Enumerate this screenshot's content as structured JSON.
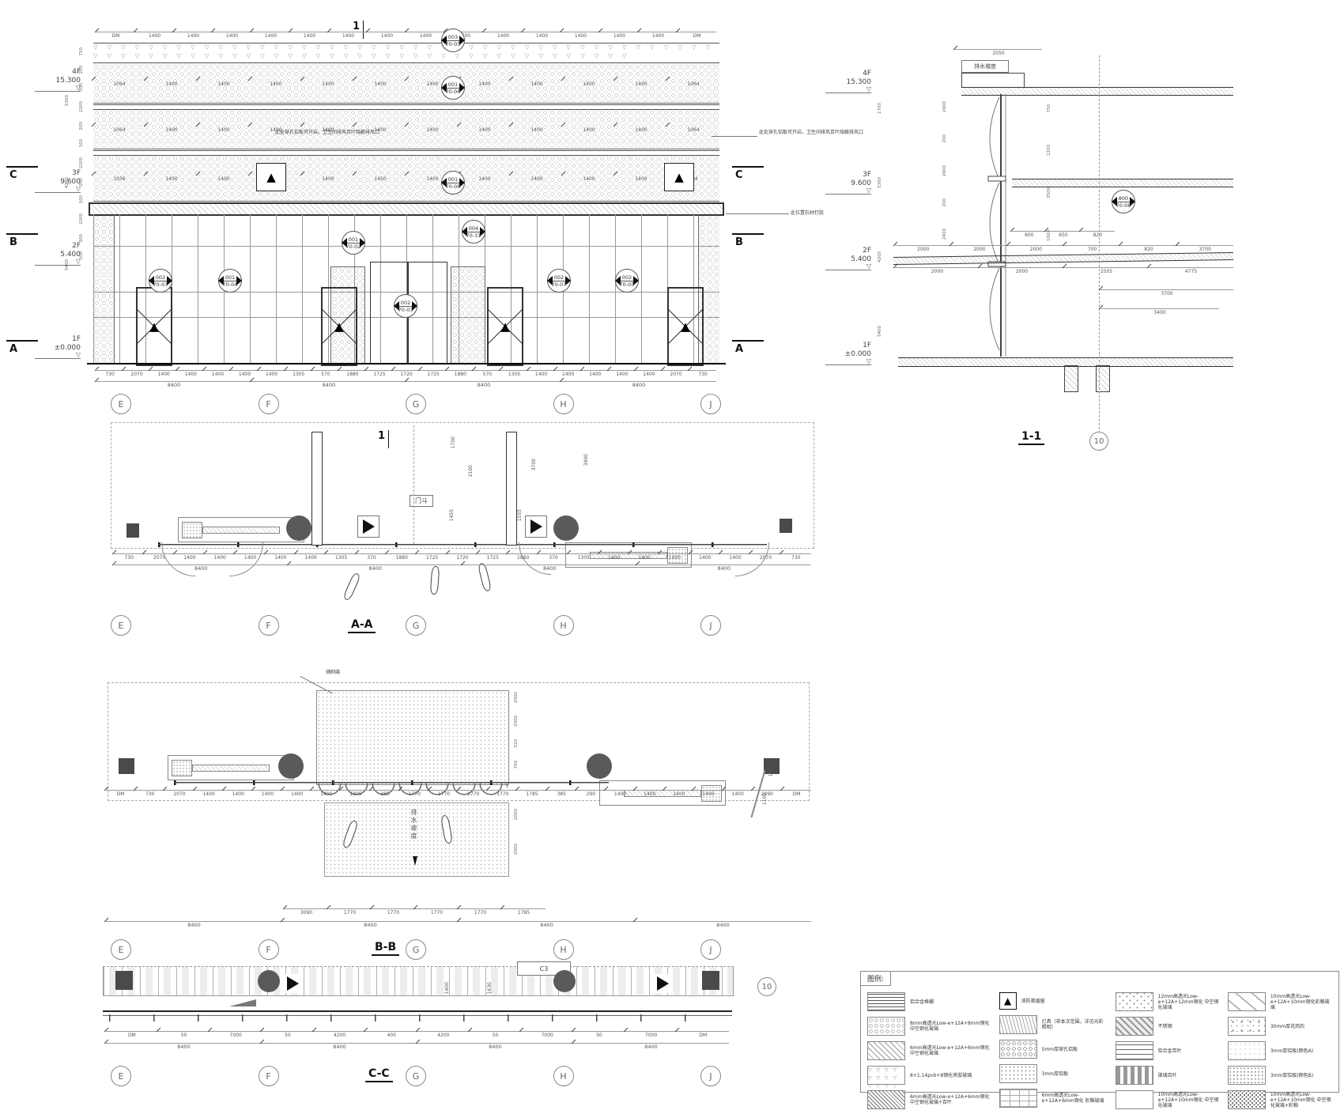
{
  "page": {
    "cut_mark_top": "1",
    "cut_mark_bottom": "1"
  },
  "levels": [
    {
      "name": "4F",
      "elev": "15.300"
    },
    {
      "name": "3F",
      "elev": "9.600"
    },
    {
      "name": "2F",
      "elev": "5.400"
    },
    {
      "name": "1F",
      "elev": "±0.000"
    }
  ],
  "section_marks": [
    "C",
    "B",
    "A"
  ],
  "grids": {
    "letters": [
      "E",
      "F",
      "G",
      "H",
      "J"
    ],
    "bubble_10": "10"
  },
  "elevation": {
    "top_dims": [
      "DM",
      "1400",
      "1400",
      "1400",
      "1400",
      "1400",
      "1400",
      "1400",
      "1400",
      "1400",
      "1400",
      "1400",
      "1400",
      "1400",
      "1400",
      "DM"
    ],
    "band1_dims": [
      "1064",
      "1400",
      "1400",
      "1400",
      "1400",
      "1400",
      "1400",
      "1400",
      "1400",
      "1400",
      "1400",
      "1064"
    ],
    "band2_dims": [
      "1064",
      "1400",
      "1400",
      "1400",
      "1400",
      "1400",
      "1400",
      "1400",
      "1400",
      "1400",
      "1400",
      "1064"
    ],
    "band3_dims": [
      "1036",
      "1400",
      "1400",
      "1400",
      "1400",
      "1450",
      "1400",
      "1400",
      "1400",
      "1400",
      "1400",
      "784"
    ],
    "bottom_dims": [
      "730",
      "2070",
      "1400",
      "1400",
      "1400",
      "1400",
      "1400",
      "1305",
      "570",
      "1880",
      "1725",
      "1720",
      "1725",
      "1880",
      "570",
      "1305",
      "1400",
      "1400",
      "1400",
      "1400",
      "1400",
      "2070",
      "730"
    ],
    "bay_dims": [
      "8400",
      "8400",
      "8400",
      "8400"
    ],
    "left_dims": [
      "750",
      "200",
      "100",
      "2200",
      "200",
      "100",
      "2200",
      "200",
      "100",
      "2200",
      "200",
      "100"
    ],
    "left_overall": [
      "5300",
      "4200",
      "5400"
    ],
    "callouts": [
      {
        "num": "003",
        "sheet": "70-05"
      },
      {
        "num": "001",
        "sheet": "70-06"
      },
      {
        "num": "001",
        "sheet": "70-08"
      },
      {
        "num": "004",
        "sheet": "70-31"
      },
      {
        "num": "001",
        "sheet": "70-02"
      },
      {
        "num": "002",
        "sheet": "70-07"
      },
      {
        "num": "001",
        "sheet": "70-04"
      },
      {
        "num": "002",
        "sheet": "70-07"
      },
      {
        "num": "002",
        "sheet": "70-05"
      },
      {
        "num": "002",
        "sheet": "70-03"
      }
    ],
    "note_vent": "此处穿孔铝板可开启，卫生间排风百叶隐蔽排风口",
    "note_seal": "此位置石材打胶"
  },
  "section11": {
    "title": "1-1",
    "note_slope": "排水坡度",
    "callout": {
      "num": "800",
      "sheet": "70-08"
    },
    "top_dim": "2050",
    "col_dims": [
      "2400",
      "200",
      "2400",
      "200",
      "2400"
    ],
    "right_dims": [
      "750",
      "1200",
      "3500",
      "1000"
    ],
    "small_dims": [
      "600",
      "650",
      "820"
    ],
    "row1_dims": [
      "2000",
      "2000",
      "2000",
      "700",
      "820",
      "3700"
    ],
    "row2_dims": [
      "2000",
      "2000",
      "2505",
      "4775"
    ],
    "row3_dim": "3700",
    "row4_dim": "3400",
    "left_overall": [
      "1700",
      "5300",
      "4200",
      "5400"
    ]
  },
  "plan_aa": {
    "title": "A-A",
    "door_label": "门斗",
    "v_dims": [
      "3400",
      "1700",
      "2100",
      "3700",
      "1555",
      "1455"
    ],
    "bottom_dims": [
      "730",
      "2070",
      "1400",
      "1400",
      "1400",
      "1400",
      "1400",
      "1305",
      "370",
      "1880",
      "1725",
      "1720",
      "1725",
      "1880",
      "370",
      "1305",
      "1400",
      "1400",
      "1400",
      "1400",
      "1400",
      "2070",
      "730"
    ],
    "bay_dims": [
      "8400",
      "8400",
      "8400",
      "8400"
    ]
  },
  "plan_bb": {
    "title": "B-B",
    "note_paving": "铺砌缝",
    "note_slope": "排水坡度",
    "main_dims": [
      "DM",
      "730",
      "2070",
      "1400",
      "1400",
      "1400",
      "1400",
      "1400",
      "1305",
      "385",
      "1770",
      "1770",
      "1770",
      "1770",
      "1785",
      "385",
      "290",
      "1400",
      "1400",
      "1400",
      "1400",
      "1400",
      "2090",
      "DM"
    ],
    "canopy_side_dims": [
      "2000",
      "2000",
      "520",
      "700"
    ],
    "apron_side_dims": [
      "2000",
      "2000"
    ],
    "slope_dims": [
      "1100",
      "1100"
    ],
    "canopy_dims": [
      "3090",
      "1770",
      "1770",
      "1770",
      "1770",
      "1785"
    ],
    "bay_dims": [
      "8400",
      "8400",
      "8400",
      "8400"
    ]
  },
  "plan_cc": {
    "title": "C-C",
    "label_c3": "C3",
    "main_dims": [
      "DM",
      "50",
      "7000",
      "50",
      "4200",
      "400",
      "4200",
      "50",
      "7000",
      "50",
      "7000",
      "DM"
    ],
    "bay_dims": [
      "8400",
      "8400",
      "8400",
      "8400"
    ],
    "side_dims": [
      "1400",
      "1630"
    ]
  },
  "legend": {
    "title": "图例:",
    "col1": [
      {
        "pattern": "hlines",
        "label": "铝合金格栅"
      },
      {
        "pattern": "stone",
        "label": "8mm高透光Low-e+12A+8mm钢化 中空钢化玻璃"
      },
      {
        "pattern": "hatch",
        "label": "6mm高透光Low-e+12A+6mm钢化 中空钢化玻璃"
      },
      {
        "pattern": "tri",
        "label": "8+1.14pvb+8钢化夹胶玻璃"
      },
      {
        "pattern": "hatch2",
        "label": "6mm高透光Low-e+12A+6mm钢化 中空钢化玻璃+百叶"
      }
    ],
    "col2": [
      {
        "pattern": "rescue",
        "label": "消防救援窗"
      },
      {
        "pattern": "wave",
        "label": "灯具（非本次范围，详见光彩照明）"
      },
      {
        "pattern": "circles",
        "label": "5mm厚穿孔铝板"
      },
      {
        "pattern": "dots",
        "label": "3mm厚铝板"
      },
      {
        "pattern": "brick",
        "label": "6mm高透光Low-e+12A+6mm钢化 彩釉玻璃"
      }
    ],
    "col3": [
      {
        "pattern": "scatter",
        "label": "12mm高透光Low-e+12A+12mm钢化 中空钢化玻璃"
      },
      {
        "pattern": "steel",
        "label": "不锈钢"
      },
      {
        "pattern": "hlines2",
        "label": "铝合金百叶"
      },
      {
        "pattern": "dashes",
        "label": "玻璃百叶"
      },
      {
        "pattern": "dots2",
        "label": "10mm高透光Low-e+12A+10mm钢化 中空钢化玻璃"
      }
    ],
    "col4": [
      {
        "pattern": "glass",
        "label": "10mm高透光Low-e+12A+10mm钢化彩釉玻璃"
      },
      {
        "pattern": "granite",
        "label": "30mm厚花岗石"
      },
      {
        "pattern": "alu-a",
        "label": "3mm厚铝板(颜色A)"
      },
      {
        "pattern": "alu-b",
        "label": "3mm厚铝板(颜色B)"
      },
      {
        "pattern": "hex",
        "label": "10mm高透光Low-e+12A+10mm钢化 中空钢化玻璃+彩釉"
      }
    ]
  }
}
